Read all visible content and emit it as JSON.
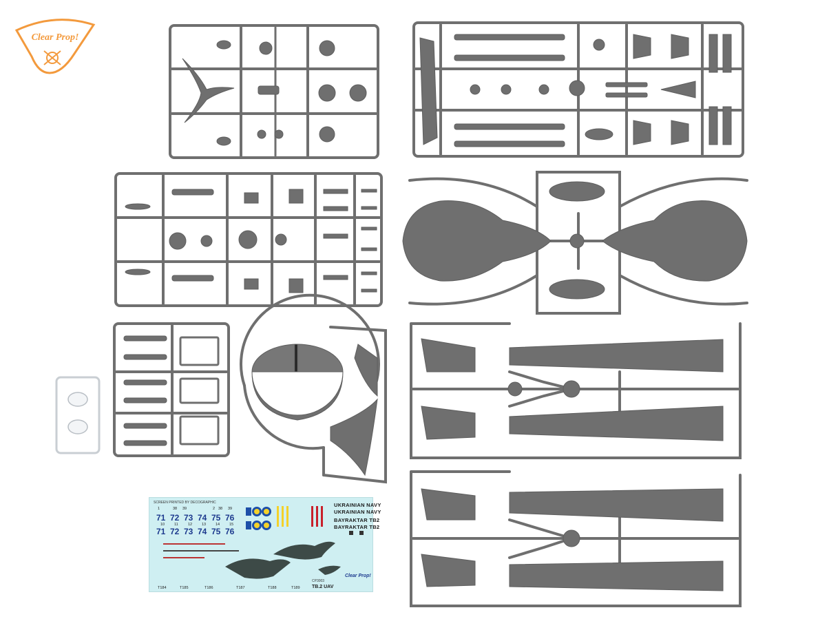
{
  "logo": {
    "brand_text": "Clear Prop!"
  },
  "decal_sheet": {
    "header_small": "SCREEN PRINTED BY DECOGRAPHIC",
    "row_top_small": [
      "1",
      "38",
      "39",
      "2",
      "38",
      "39"
    ],
    "row_a": [
      "71",
      "72",
      "73",
      "74",
      "75",
      "76"
    ],
    "row_mid_small": [
      "10",
      "11",
      "12",
      "13",
      "14",
      "15"
    ],
    "row_b": [
      "71",
      "72",
      "73",
      "74",
      "75",
      "76"
    ],
    "navy_1": "UKRAINIAN NAVY",
    "navy_2": "UKRAINIAN NAVY",
    "tb2_1": "BAYRAKTAR TB2",
    "tb2_2": "BAYRAKTAR TB2",
    "serials_bottom": [
      "T184",
      "T185",
      "T186",
      "T187",
      "T188",
      "T189"
    ],
    "product_code": "CP3003",
    "subject": "TB.2 UAV",
    "brand": "Clear Prop!"
  },
  "colors": {
    "plastic": "#6f6f6f",
    "plastic_light": "#8a8a8a",
    "clear_sprue": "#e9ecef",
    "decal_bg": "#cfeff2",
    "logo_orange": "#f39a3d"
  }
}
